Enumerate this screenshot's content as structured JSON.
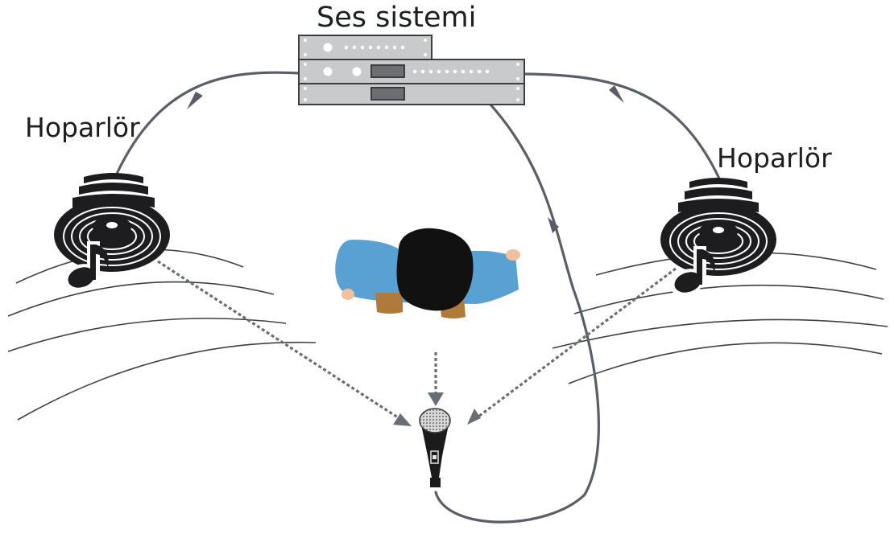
{
  "labels": {
    "sound_system": "Ses sistemi",
    "speaker_left": "Hoparlör",
    "speaker_right": "Hoparlör"
  },
  "colors": {
    "cable": "#5b5e66",
    "device_fill": "#c9cacc",
    "device_stroke": "#3b3d40",
    "sound_wave": "#3f4045",
    "speaker": "#1d1d1f",
    "shirt": "#5aa1d3",
    "hair": "#111111",
    "skin": "#f1c19f",
    "shoes": "#b07a3a",
    "mic_body": "#1b1b1b",
    "mic_grille": "#bcbcbc"
  },
  "icons": [
    "audio-rack-icon",
    "speaker-icon",
    "music-note-icon",
    "person-icon",
    "microphone-icon"
  ]
}
